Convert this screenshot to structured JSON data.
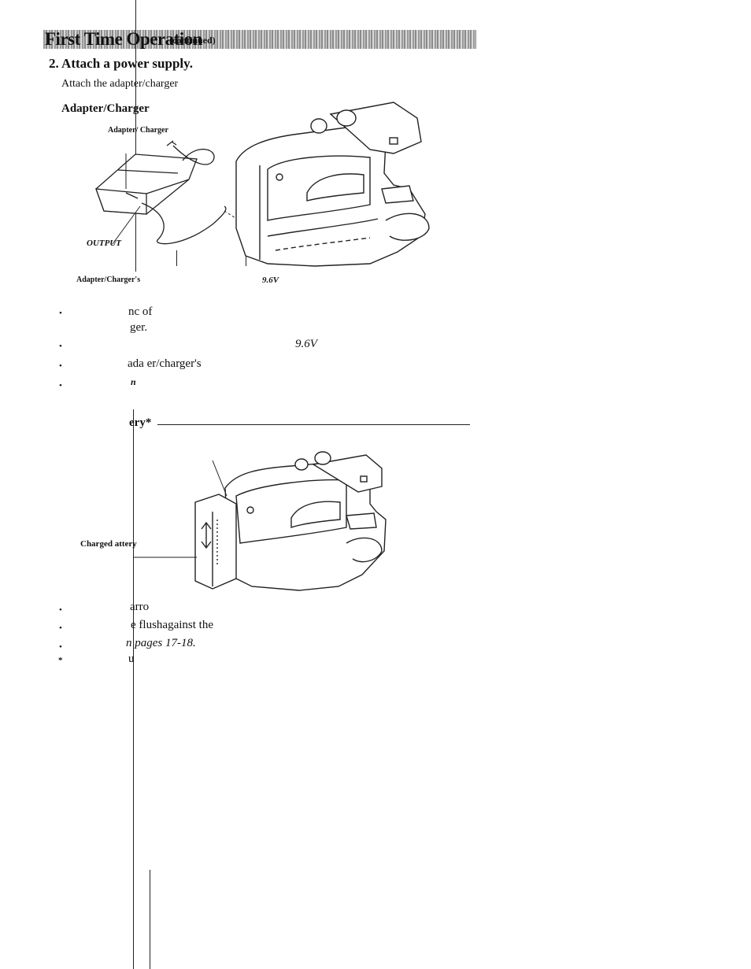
{
  "header": {
    "title": "First Time Operation",
    "subtitle": "(continued)"
  },
  "step": {
    "heading": "2. Attach a power supply.",
    "intro": "Attach the adapter/charger"
  },
  "section_adapter": {
    "title": "Adapter/Charger",
    "labels": {
      "adapter_charger": "Adapter/ Charger",
      "output": "OUTPUT",
      "adapter_chargers": "Adapter/Charger's",
      "voltage": "9.6V"
    },
    "fragments": {
      "f1": "nc of",
      "f2": "ger.",
      "f3": "9.6V",
      "f4": "ada er/charger's",
      "f5": "n"
    }
  },
  "section_battery": {
    "title_fragment": "ery*",
    "labels": {
      "charged_battery": "Charged attery"
    },
    "fragments": {
      "f1": "arro",
      "f2": "e flushagainst the",
      "f3": "n pages 17-18.",
      "f4": "u"
    }
  },
  "bullets": {
    "dot": "•",
    "star": "*"
  }
}
